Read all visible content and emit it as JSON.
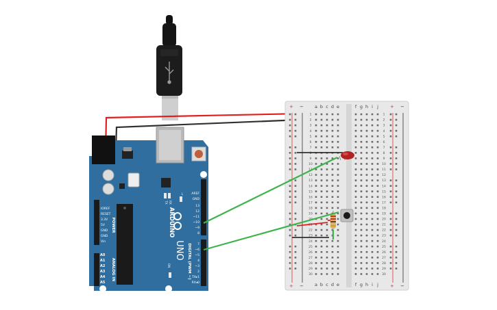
{
  "arduino": {
    "brand": "ARDUINO",
    "model": "UNO",
    "power_header_label": "POWER",
    "analog_header_label": "ANALOG IN",
    "digital_header_label": "DIGITAL (PWM ~)",
    "on_label": "ON",
    "tx_label": "TX",
    "rx_label": "RX",
    "led_l_label": "L",
    "power_pins": [
      "IOREF",
      "RESET",
      "3.3V",
      "5V",
      "GND",
      "GND",
      "Vin"
    ],
    "analog_pins": [
      "A0",
      "A1",
      "A2",
      "A3",
      "A4",
      "A5"
    ],
    "digital_pins_top": [
      "AREF",
      "GND",
      "13",
      "12",
      "~11",
      "~10",
      "~9",
      "8"
    ],
    "digital_pins_bottom": [
      "7",
      "~6",
      "~5",
      "4",
      "~3",
      "2",
      "TX▸1",
      "RX◂0"
    ],
    "board_color": "#2f6e9e"
  },
  "breadboard": {
    "columns_left": [
      "a",
      "b",
      "c",
      "d",
      "e"
    ],
    "columns_right": [
      "f",
      "g",
      "h",
      "i",
      "j"
    ],
    "rail_plus": "+",
    "rail_minus": "−",
    "row_count": 30
  },
  "wires": {
    "power_color": "#e02020",
    "ground_color": "#303030",
    "signal_color": "#3db34a"
  },
  "components": {
    "led_color": "#c0392b",
    "resistor_color": "#d9b36a"
  }
}
